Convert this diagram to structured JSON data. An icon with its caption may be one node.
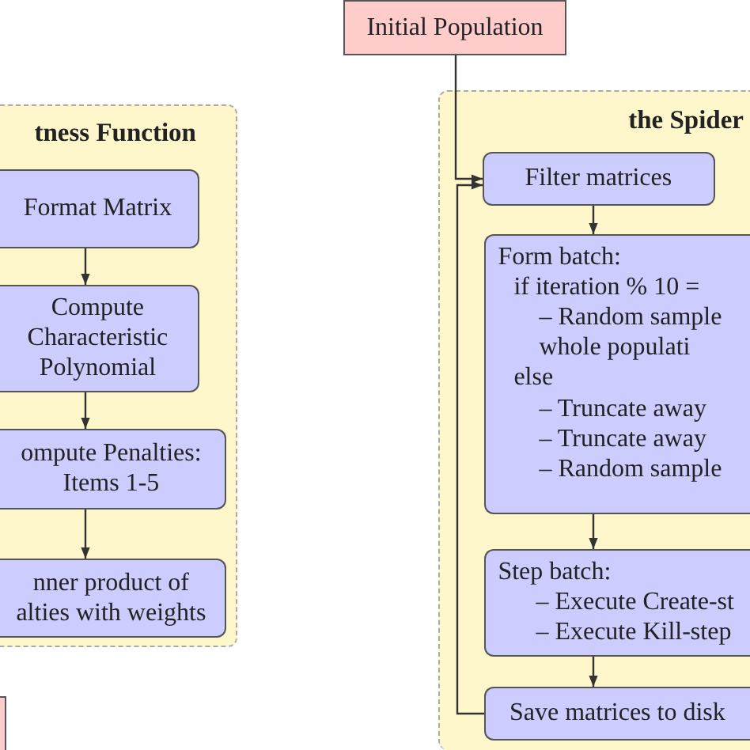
{
  "diagram": {
    "nodes": [
      {
        "text": [
          "Initial Population"
        ]
      },
      {
        "text": [
          "tness Function"
        ]
      },
      {
        "text": [
          "Format Matrix"
        ],
        "in": 1
      },
      {
        "text": [
          "Compute Characteristic Polynomial"
        ],
        "in": 1
      },
      {
        "text": [
          "ompute Penalties: Items 1-5"
        ],
        "in": 1
      },
      {
        "text": [
          "nner product of alties with weights"
        ],
        "in": 1
      },
      {
        "text": [
          "the Spider"
        ]
      },
      {
        "text": [
          "Filter matrices"
        ],
        "in": 6
      },
      {
        "text": [
          "Form batch:",
          "if iteration % 10 =",
          "– Random sample whole populati",
          "else",
          "– Truncate away",
          "– Truncate away",
          "– Random sample"
        ],
        "in": 6
      },
      {
        "text": [
          "Step batch:",
          "– Execute Create-st",
          "– Execute Kill-step"
        ],
        "in": 6
      },
      {
        "text": [
          "Save matrices to disk"
        ],
        "in": 6
      },
      {
        "text": [],
        "shape": "box"
      }
    ],
    "edges": [
      {
        "from": 0,
        "to": 7,
        "arrow": "to"
      },
      {
        "from": 2,
        "to": 3,
        "arrow": "to"
      },
      {
        "from": 3,
        "to": 4,
        "arrow": "to"
      },
      {
        "from": 4,
        "to": 5,
        "arrow": "to"
      },
      {
        "from": 7,
        "to": 8,
        "arrow": "to"
      },
      {
        "from": 8,
        "to": 9,
        "arrow": "to"
      },
      {
        "from": 9,
        "to": 10,
        "arrow": "to"
      },
      {
        "from": 10,
        "to": 7,
        "arrow": "to"
      }
    ]
  }
}
